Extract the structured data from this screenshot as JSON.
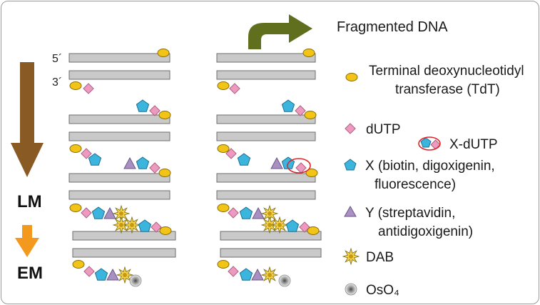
{
  "title": "Fragmented DNA",
  "strand_labels": {
    "five_prime": "5´",
    "three_prime": "3´"
  },
  "stage_labels": {
    "lm": "LM",
    "em": "EM"
  },
  "legend": {
    "tdt_line1": "Terminal deoxynucleotidyl",
    "tdt_line2": "transferase (TdT)",
    "dutp": "dUTP",
    "x_dutp": "X-dUTP",
    "x_line1": "X (biotin, digoxigenin,",
    "x_line2": "fluorescence)",
    "y_line1": "Y (streptavidin,",
    "y_line2": "antidigoxigenin)",
    "dab": "DAB",
    "oso4": "OsO₄"
  },
  "colors": {
    "strand_fill": "#c9c9c9",
    "strand_stroke": "#6e6e6e",
    "tdt": "#f2c418",
    "dutp": "#ee9ac0",
    "x": "#3cb5de",
    "y": "#a98fc2",
    "dab": "#f6d24a",
    "arrow_brown": "#8a5a25",
    "arrow_orange": "#f39a1e",
    "arrow_green": "#5f6f1d",
    "highlight_ring": "#e0252a"
  },
  "icons": [
    "tdt-ellipse-icon",
    "dutp-diamond-icon",
    "x-pentagon-icon",
    "y-triangle-icon",
    "dab-star-icon",
    "oso4-dot-icon"
  ]
}
